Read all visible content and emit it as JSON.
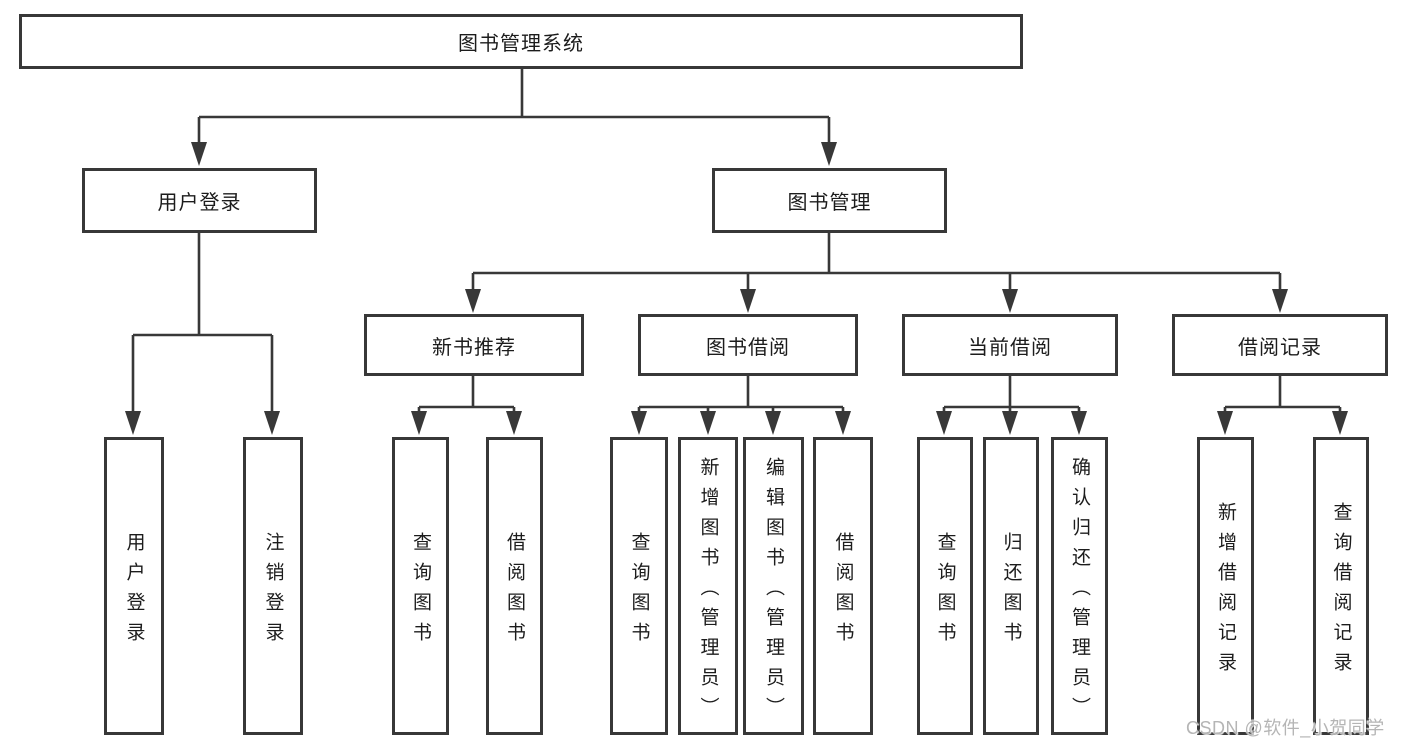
{
  "colors": {
    "line": "#383838",
    "text": "#1c1c1c",
    "watermark": "#b5b5b5",
    "background": "#ffffff"
  },
  "watermark": {
    "text": "CSDN @软件_小贺同学"
  },
  "tree": {
    "root": {
      "label": "图书管理系统"
    },
    "branches": [
      {
        "label": "用户登录",
        "children": [
          {
            "label": "用户登录"
          },
          {
            "label": "注销登录"
          }
        ]
      },
      {
        "label": "图书管理",
        "sections": [
          {
            "label": "新书推荐",
            "children": [
              {
                "label": "查询图书"
              },
              {
                "label": "借阅图书"
              }
            ]
          },
          {
            "label": "图书借阅",
            "children": [
              {
                "label": "查询图书"
              },
              {
                "label": "新增图书（管理员）"
              },
              {
                "label": "编辑图书（管理员）"
              },
              {
                "label": "借阅图书"
              }
            ]
          },
          {
            "label": "当前借阅",
            "children": [
              {
                "label": "查询图书"
              },
              {
                "label": "归还图书"
              },
              {
                "label": "确认归还（管理员）"
              }
            ]
          },
          {
            "label": "借阅记录",
            "children": [
              {
                "label": "新增借阅记录"
              },
              {
                "label": "查询借阅记录"
              }
            ]
          }
        ]
      }
    ]
  }
}
